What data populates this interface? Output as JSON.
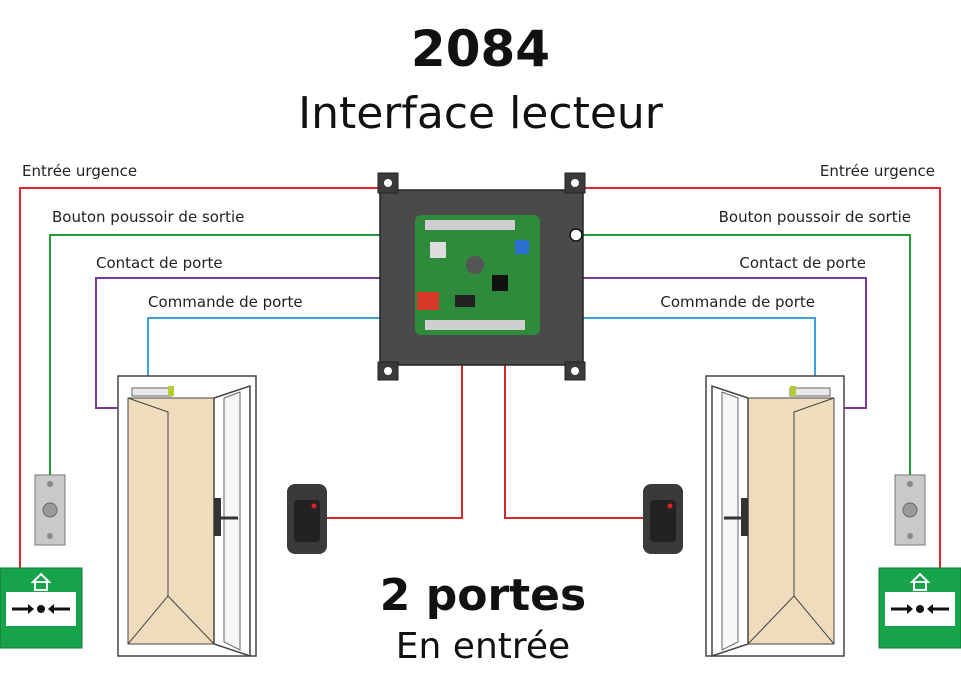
{
  "title": "2084",
  "subtitle": "Interface lecteur",
  "footer": {
    "line1": "2 portes",
    "line2": "En entrée"
  },
  "labels": {
    "left": {
      "emergency": "Entrée urgence",
      "exit_button": "Bouton poussoir de sortie",
      "door_contact": "Contact de porte",
      "door_command": "Commande de porte"
    },
    "right": {
      "emergency": "Entrée urgence",
      "exit_button": "Bouton poussoir de sortie",
      "door_contact": "Contact de porte",
      "door_command": "Commande de porte"
    }
  },
  "wire_colors": {
    "emergency": "#e0272c",
    "exit_button": "#1f9a3a",
    "door_contact": "#7a3a96",
    "door_command": "#3aa3dc",
    "reader": "#d42a2e"
  },
  "colors": {
    "panel": "#4a4a4a",
    "board": "#2f8a3c",
    "door_fill": "#efdcbc",
    "emergency_green": "#17a34a"
  }
}
